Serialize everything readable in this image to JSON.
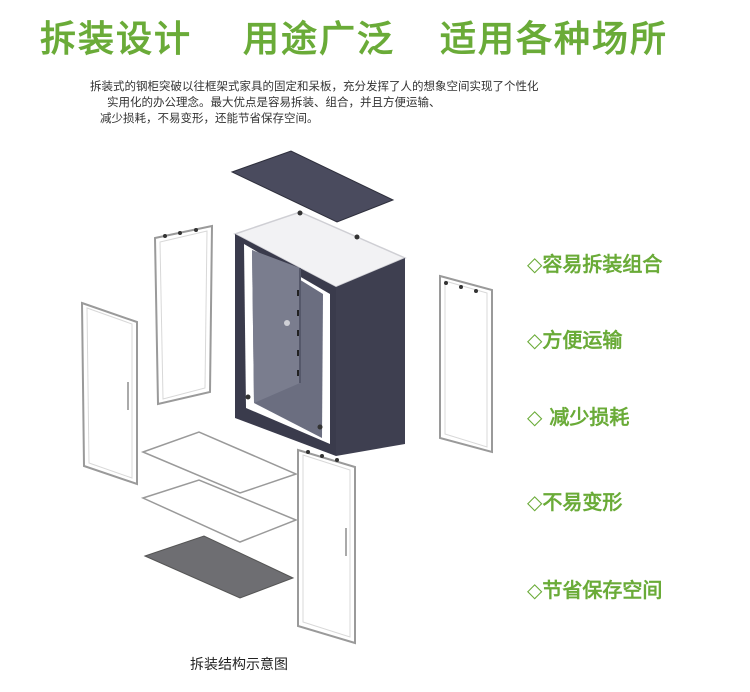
{
  "headline": {
    "parts": [
      "拆装设计",
      "用途广泛",
      "适用各种场所"
    ],
    "color": "#6aab38"
  },
  "intro": {
    "lines": [
      "拆装式的钢柜突破以往框架式家具的固定和呆板，充分发挥了人的想象空间实现了个性化",
      "实用化的办公理念。最大优点是容易拆装、组合，并且方便运输、",
      "减少损耗，不易变形，还能节省保存空间。"
    ]
  },
  "features": {
    "color": "#6aab38",
    "items": [
      {
        "text": "◇容易拆装组合"
      },
      {
        "text": "◇方便运输"
      },
      {
        "text": "◇ 减少损耗"
      },
      {
        "text": "◇不易变形"
      },
      {
        "text": "◇节省保存空间"
      }
    ]
  },
  "diagram": {
    "caption": "拆装结构示意图",
    "cabinet_color": "#3e3f50",
    "panel_color": "#ffffff"
  }
}
